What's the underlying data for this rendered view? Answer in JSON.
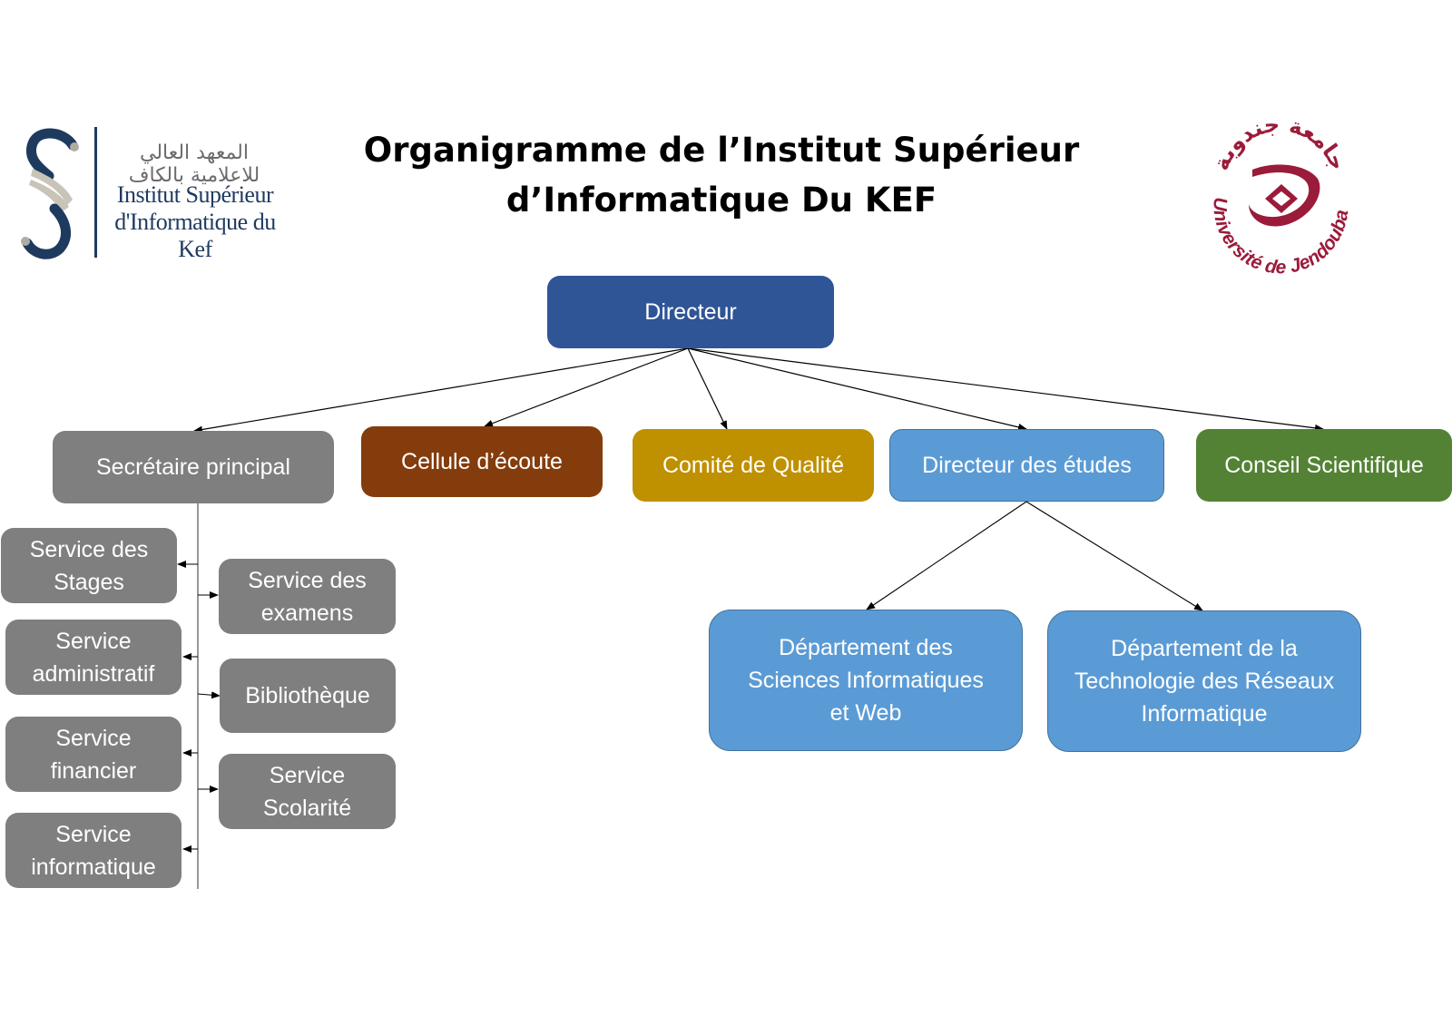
{
  "title": {
    "line1": "Organigramme de l’Institut Supérieur",
    "line2": "d’Informatique Du KEF"
  },
  "logos": {
    "left": {
      "icon": "isikef-s-logo-icon",
      "arabic_text": "المعهد العالي للاعلامية بالكاف",
      "line1": "Institut Supérieur",
      "line2": "d'Informatique du Kef",
      "primary_color": "#1f3a5f",
      "secondary_color": "#c9c4b8"
    },
    "right": {
      "icon": "universite-jendouba-logo-icon",
      "arabic_text": "جامعة جندوبة",
      "latin_text": "Université de Jendouba",
      "color": "#9b1b3a"
    }
  },
  "colors": {
    "directeur": "#2f5597",
    "gray": "#7f7f7f",
    "brown": "#843c0c",
    "gold": "#bf9000",
    "blue": "#5b9bd5",
    "green": "#548235",
    "connector": "#000000"
  },
  "nodes": {
    "directeur": "Directeur",
    "secretaire": "Secrétaire principal",
    "cellule": "Cellule d’écoute",
    "comite": "Comité de Qualité",
    "directeur_etudes": "Directeur des études",
    "conseil": "Conseil Scientifique",
    "dept_sciences": "Département des\nSciences Informatiques\net Web",
    "dept_reseaux": "Département de la\nTechnologie des Réseaux\nInformatique",
    "service_stages": "Service des\nStages",
    "service_admin": "Service\nadministratif",
    "service_financier": "Service\nfinancier",
    "service_info": "Service\ninformatique",
    "service_examens": "Service des\nexamens",
    "bibliotheque": "Bibliothèque",
    "service_scolarite": "Service\nScolarité"
  },
  "hierarchy": [
    {
      "from": "directeur",
      "to": "secretaire"
    },
    {
      "from": "directeur",
      "to": "cellule"
    },
    {
      "from": "directeur",
      "to": "comite"
    },
    {
      "from": "directeur",
      "to": "directeur_etudes"
    },
    {
      "from": "directeur",
      "to": "conseil"
    },
    {
      "from": "directeur_etudes",
      "to": "dept_sciences"
    },
    {
      "from": "directeur_etudes",
      "to": "dept_reseaux"
    },
    {
      "from": "secretaire",
      "to": "service_stages"
    },
    {
      "from": "secretaire",
      "to": "service_examens"
    },
    {
      "from": "secretaire",
      "to": "service_admin"
    },
    {
      "from": "secretaire",
      "to": "bibliotheque"
    },
    {
      "from": "secretaire",
      "to": "service_financier"
    },
    {
      "from": "secretaire",
      "to": "service_scolarite"
    },
    {
      "from": "secretaire",
      "to": "service_info"
    }
  ]
}
